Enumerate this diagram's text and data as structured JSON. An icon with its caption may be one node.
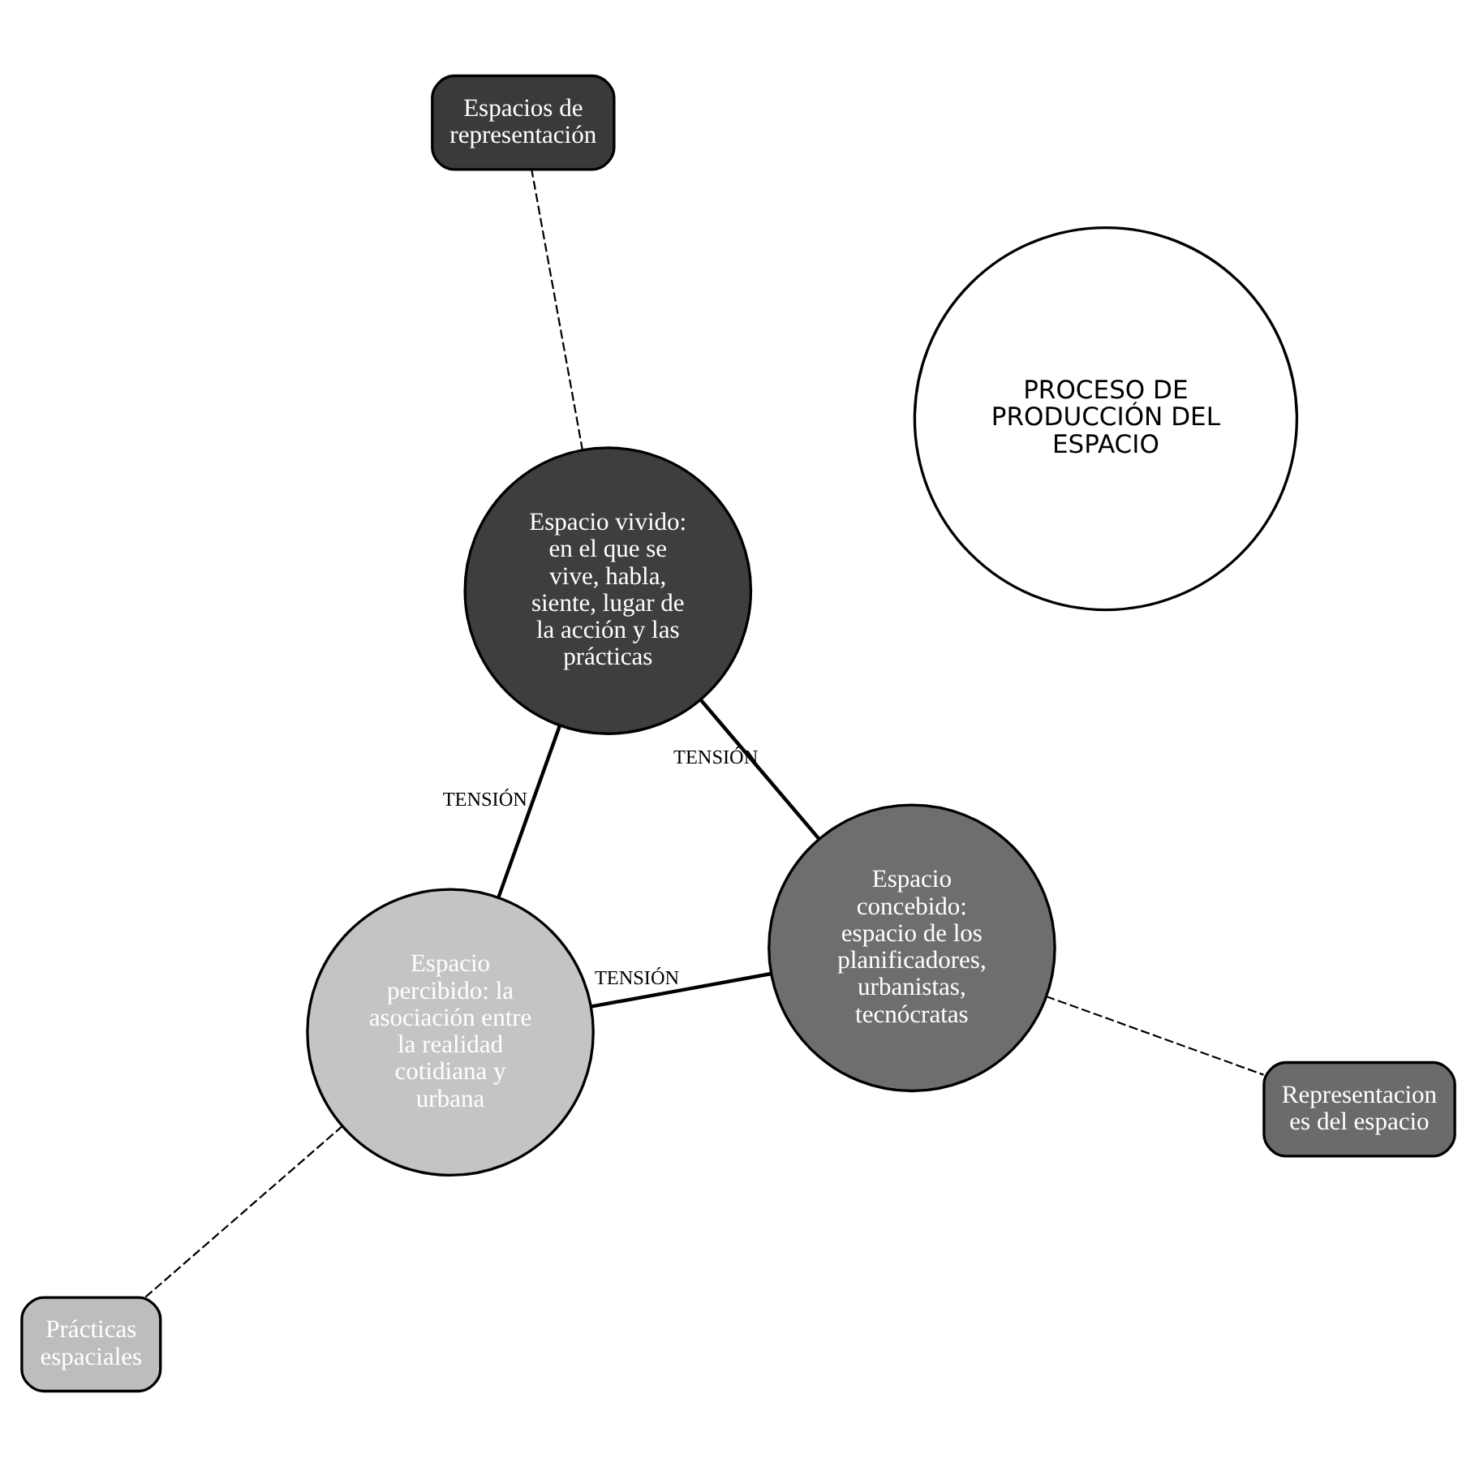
{
  "diagram": {
    "nodes": [
      {
        "text": [
          "Espacio percibido: la asociación entre la realidad cotidiana y urbana"
        ]
      },
      {
        "text": [
          "Espacio vivido: en el que se vive, habla, siente, lugar de la acción y las prácticas"
        ]
      },
      {
        "text": [
          "Prácticas espaciales"
        ]
      },
      {
        "text": [
          "Espacios de representación"
        ]
      },
      {
        "text": [
          "PROCESO DE PRODUCCIÓN DEL ESPACIO"
        ]
      },
      {
        "text": [
          "Representaciones del espacio"
        ]
      },
      {
        "text": [
          "Espacio concebido: espacio de los planificadores, urbanistas, tecnócratas"
        ]
      }
    ],
    "edges": [
      {
        "from": 0,
        "to": 6,
        "arrow": "none",
        "label": "TENSIÓN"
      },
      {
        "from": 0,
        "to": 2,
        "arrow": "none",
        "style": "dashed"
      },
      {
        "from": 1,
        "to": 3,
        "arrow": "none",
        "style": "dashed"
      },
      {
        "from": 1,
        "to": 0,
        "arrow": "none",
        "label": "TENSIÓN"
      },
      {
        "from": 1,
        "to": 6,
        "arrow": "none",
        "label": "TENSIÓN"
      },
      {
        "from": 6,
        "to": 5,
        "arrow": "none",
        "style": "dashed"
      }
    ]
  }
}
